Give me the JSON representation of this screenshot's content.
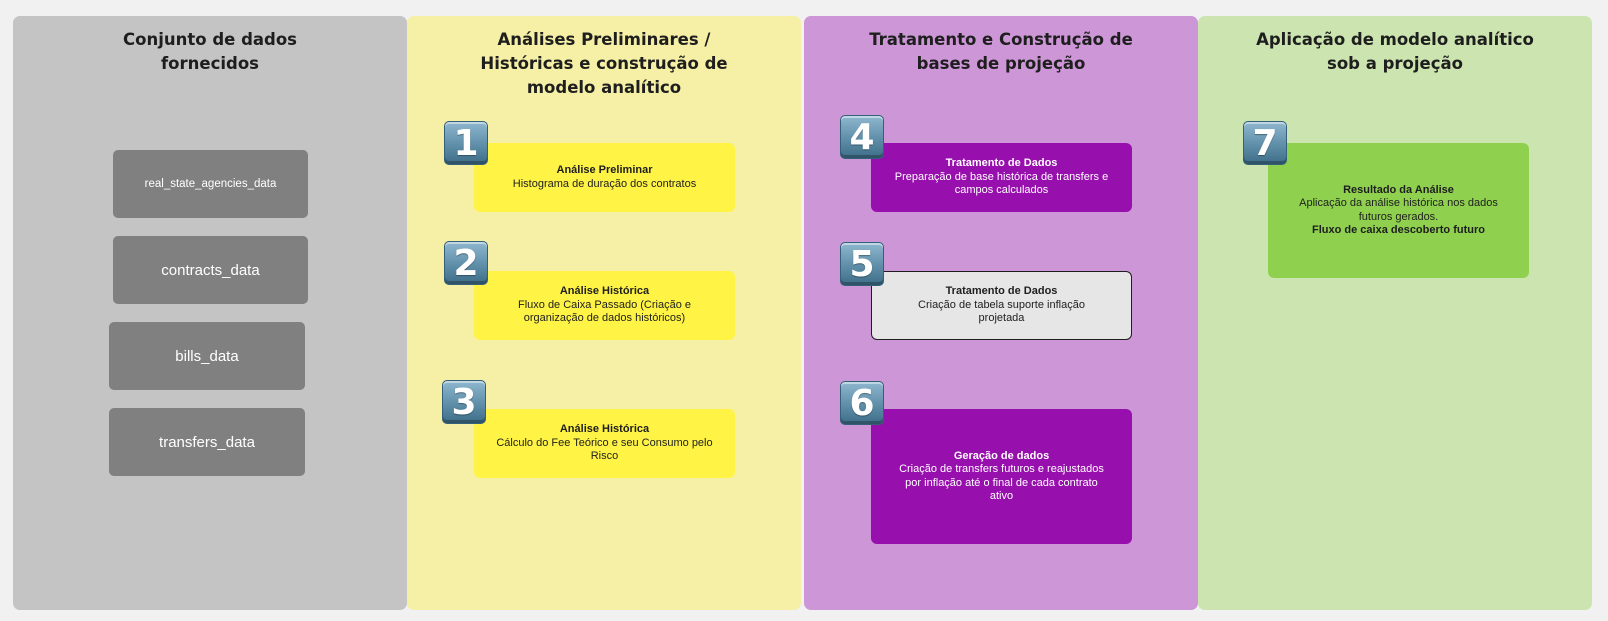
{
  "columns": [
    {
      "title": "Conjunto de dados\nfornecidos",
      "color": "#c4c4c4"
    },
    {
      "title": "Análises Preliminares /\nHistóricas e construção de\nmodelo analítico",
      "color": "#f6f0a6"
    },
    {
      "title": "Tratamento e Construção de\nbases de projeção",
      "color": "#cd96d6"
    },
    {
      "title": "Aplicação de modelo analítico\nsob a projeção",
      "color": "#cce5b0"
    }
  ],
  "datasets": [
    "real_state_agencies_data",
    "contracts_data",
    "bills_data",
    "transfers_data"
  ],
  "steps": [
    {
      "number": "1",
      "title": "Análise Preliminar",
      "body": "Histograma de duração dos contratos",
      "color": "#fff445"
    },
    {
      "number": "2",
      "title": "Análise Histórica",
      "body": "Fluxo de Caixa Passado (Criação e\norganização de dados históricos)",
      "color": "#fff445"
    },
    {
      "number": "3",
      "title": "Análise Histórica",
      "body": "Cálculo do Fee Teórico e seu Consumo pelo\nRisco",
      "color": "#fff445"
    },
    {
      "number": "4",
      "title": "Tratamento de Dados",
      "body": "Preparação de base histórica de transfers e\ncampos calculados",
      "color": "#970fac"
    },
    {
      "number": "5",
      "title": "Tratamento de Dados",
      "body": "Criação de tabela suporte inflação\nprojetada",
      "color": "#e6e6e6"
    },
    {
      "number": "6",
      "title": "Geração de dados",
      "body": "Criação de transfers futuros e reajustados\npor inflação até o final de cada contrato\nativo",
      "color": "#970fac"
    },
    {
      "number": "7",
      "title": "Resultado da Análise",
      "body": "Aplicação da análise histórica nos dados\nfuturos gerados.",
      "extra": "Fluxo de caixa descoberto futuro",
      "color": "#8fd14f"
    }
  ]
}
